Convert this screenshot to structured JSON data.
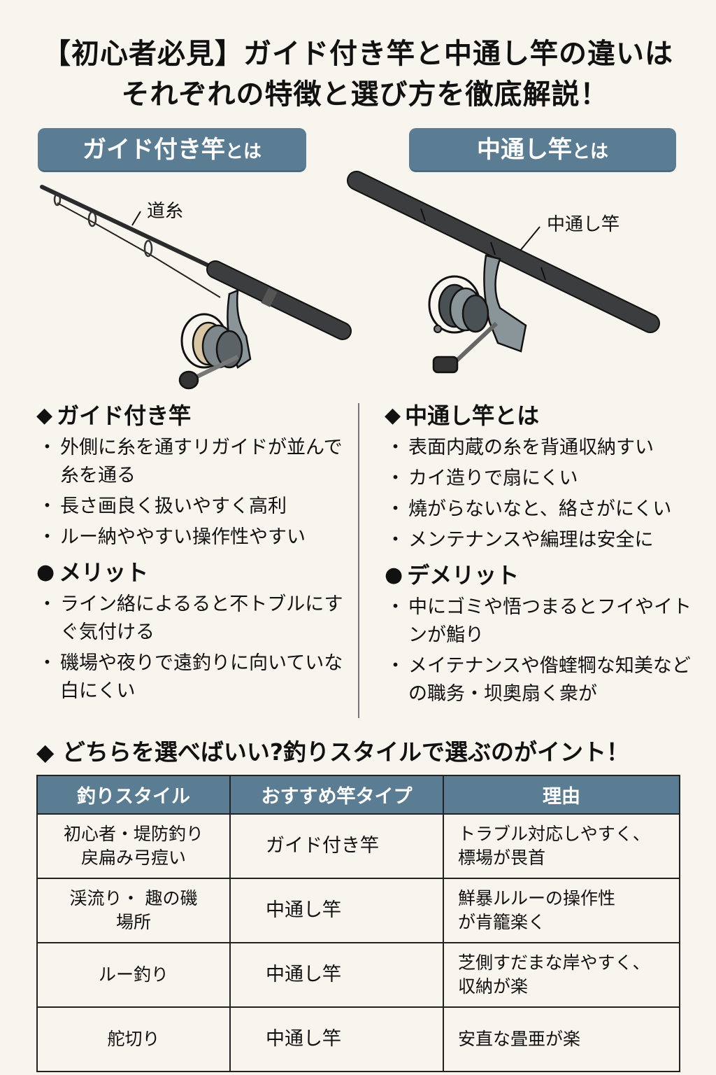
{
  "header": {
    "title_line1": "【初心者必見】ガイド付き竿と中通し竿の違いは",
    "title_line2": "それぞれの特徴と選び方を徹底解説！"
  },
  "pills": {
    "left": {
      "main": "ガイド付き竿",
      "suffix": "とは"
    },
    "right": {
      "main": "中通し竿",
      "suffix": "とは"
    }
  },
  "illustrations": {
    "left": {
      "callout": "道糸",
      "icon": "guided-fishing-rod-with-spinning-reel"
    },
    "right": {
      "callout": "中通し竿",
      "icon": "through-line-fishing-rod-with-spinning-reel"
    }
  },
  "colors": {
    "accent": "#5b7d93",
    "background": "#f8f5ee",
    "text": "#111111",
    "rod": "#3a3c3e",
    "reel": "#8a9599"
  },
  "left_column": {
    "heading_mark": "◆",
    "heading": "ガイド付き竿",
    "items": [
      "外側に糸を通すリガイドが並んで糸を通る",
      "長さ画良く扱いやすく高利",
      "ルー納ややすい操作性やすい"
    ],
    "merit_mark": "●",
    "merit_heading": "メリット",
    "merit_items": [
      "ライン絡によるると不トブルにすぐ気付ける",
      "磯場や夜りで遠釣りに向いていな白にくい"
    ]
  },
  "right_column": {
    "heading_mark": "◆",
    "heading": "中通し竿とは",
    "items": [
      "表面内蔵の糸を背通収納すい",
      "カイ造りで扇にくい",
      "燒がらないなと、絡さがにくい",
      "メンテナンスや編理は安全に"
    ],
    "demerit_mark": "●",
    "demerit_heading": "デメリット",
    "demerit_items": [
      "中にゴミや悟つまるとフイやイトンが鮨り",
      "メイテナンスや偺蝰犅な知美などの職务・坝奧扇く衆が"
    ]
  },
  "selection": {
    "mark": "◆",
    "title": "どちらを選べばいい?釣りスタイルで選ぶのがイント！"
  },
  "table": {
    "headers": [
      "釣りスタイル",
      "おすすめ竿タイプ",
      "理由"
    ],
    "rows": [
      {
        "style": "初心者・堤防釣り\n戻扁み弓痘い",
        "rod": "ガイド付き竿",
        "reason": "トラブル対応しやすく、\n標場が畏首"
      },
      {
        "style": "渓流り・ 趣の磯\n場所",
        "rod": "中通し竿",
        "reason": "鮮暴ルルーの操作性\nが肯籠楽く"
      },
      {
        "style": "ルー釣り",
        "rod": "中通し竿",
        "reason": "芝側すだまな岸やすく、\n収納が楽"
      },
      {
        "style": "舵切り",
        "rod": "中通し竿",
        "reason": "安直な畳亜が楽"
      }
    ]
  }
}
